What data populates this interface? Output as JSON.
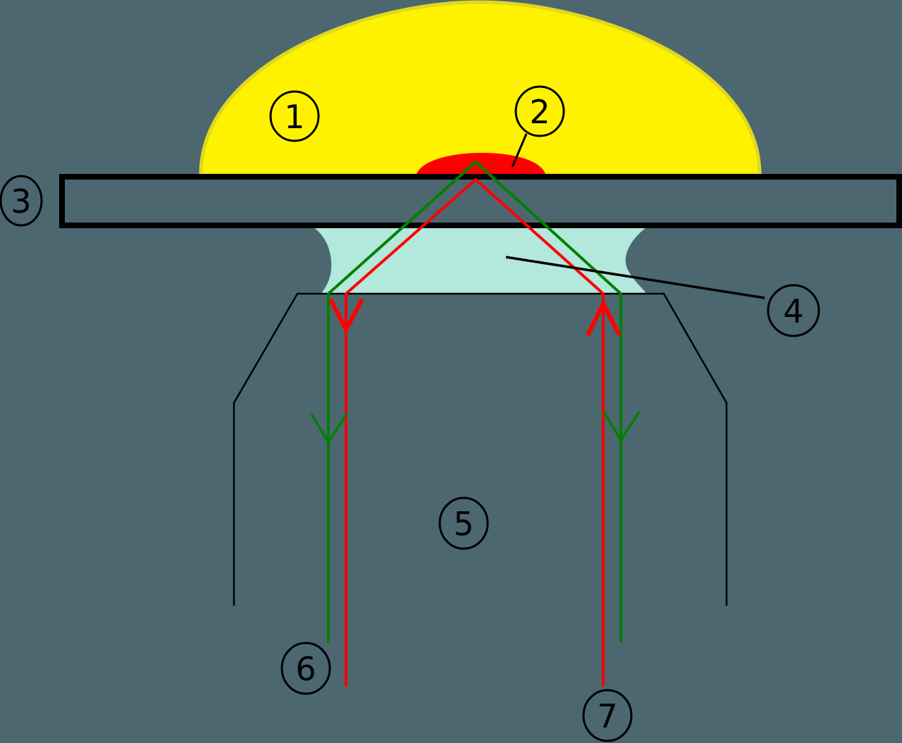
{
  "diagram": {
    "type": "TIRF microscopy schematic",
    "background_color": "#4c6770",
    "colors": {
      "specimen": "#fff200",
      "specimen_outline": "#e0d81e",
      "fluorophore_region": "#ff0000",
      "immersion_oil": "#b3e8dc",
      "excitation_beam": "#008000",
      "emission_beam": "#ff0000",
      "outline": "#000000"
    },
    "labels": [
      {
        "id": "1",
        "glyph": "1",
        "refers_to": "specimen"
      },
      {
        "id": "2",
        "glyph": "2",
        "refers_to": "evanescent-wave-region"
      },
      {
        "id": "3",
        "glyph": "3",
        "refers_to": "cover-slip"
      },
      {
        "id": "4",
        "glyph": "4",
        "refers_to": "immersion-oil"
      },
      {
        "id": "5",
        "glyph": "5",
        "refers_to": "objective"
      },
      {
        "id": "6",
        "glyph": "6",
        "refers_to": "emission-beam"
      },
      {
        "id": "7",
        "glyph": "7",
        "refers_to": "excitation-beam"
      }
    ],
    "beams": [
      {
        "name": "excitation",
        "color": "green"
      },
      {
        "name": "emission",
        "color": "red"
      }
    ]
  }
}
